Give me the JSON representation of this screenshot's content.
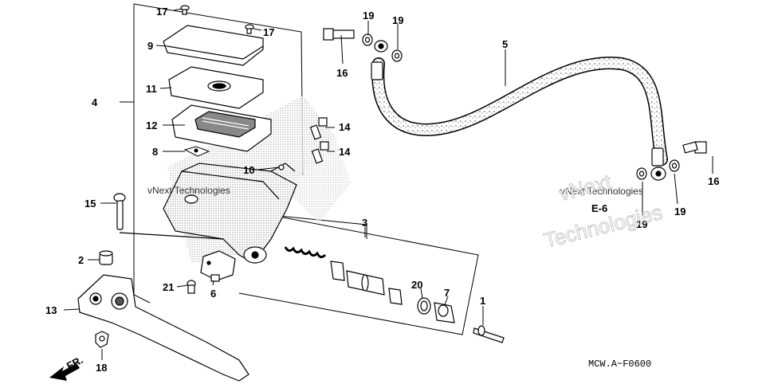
{
  "diagram": {
    "code": "MCW.A−F0600",
    "direction_label": "FR.",
    "es_label": "E-6",
    "callouts": {
      "c17a": "17",
      "c17b": "17",
      "c9": "9",
      "c4": "4",
      "c11": "11",
      "c12": "12",
      "c8": "8",
      "c10": "10",
      "c15": "15",
      "c2": "2",
      "c21": "21",
      "c6": "6",
      "c13": "13",
      "c18": "18",
      "c3": "3",
      "c20": "20",
      "c7": "7",
      "c1": "1",
      "c16a": "16",
      "c19a": "19",
      "c19b": "19",
      "c5": "5",
      "c14a": "14",
      "c14b": "14",
      "c16b": "16",
      "c19c": "19",
      "c19d": "19"
    }
  },
  "watermark": {
    "line1": "vNext Technologies",
    "line2": "vNext Technologies",
    "big1": "vNext",
    "big2": "Technologies"
  }
}
